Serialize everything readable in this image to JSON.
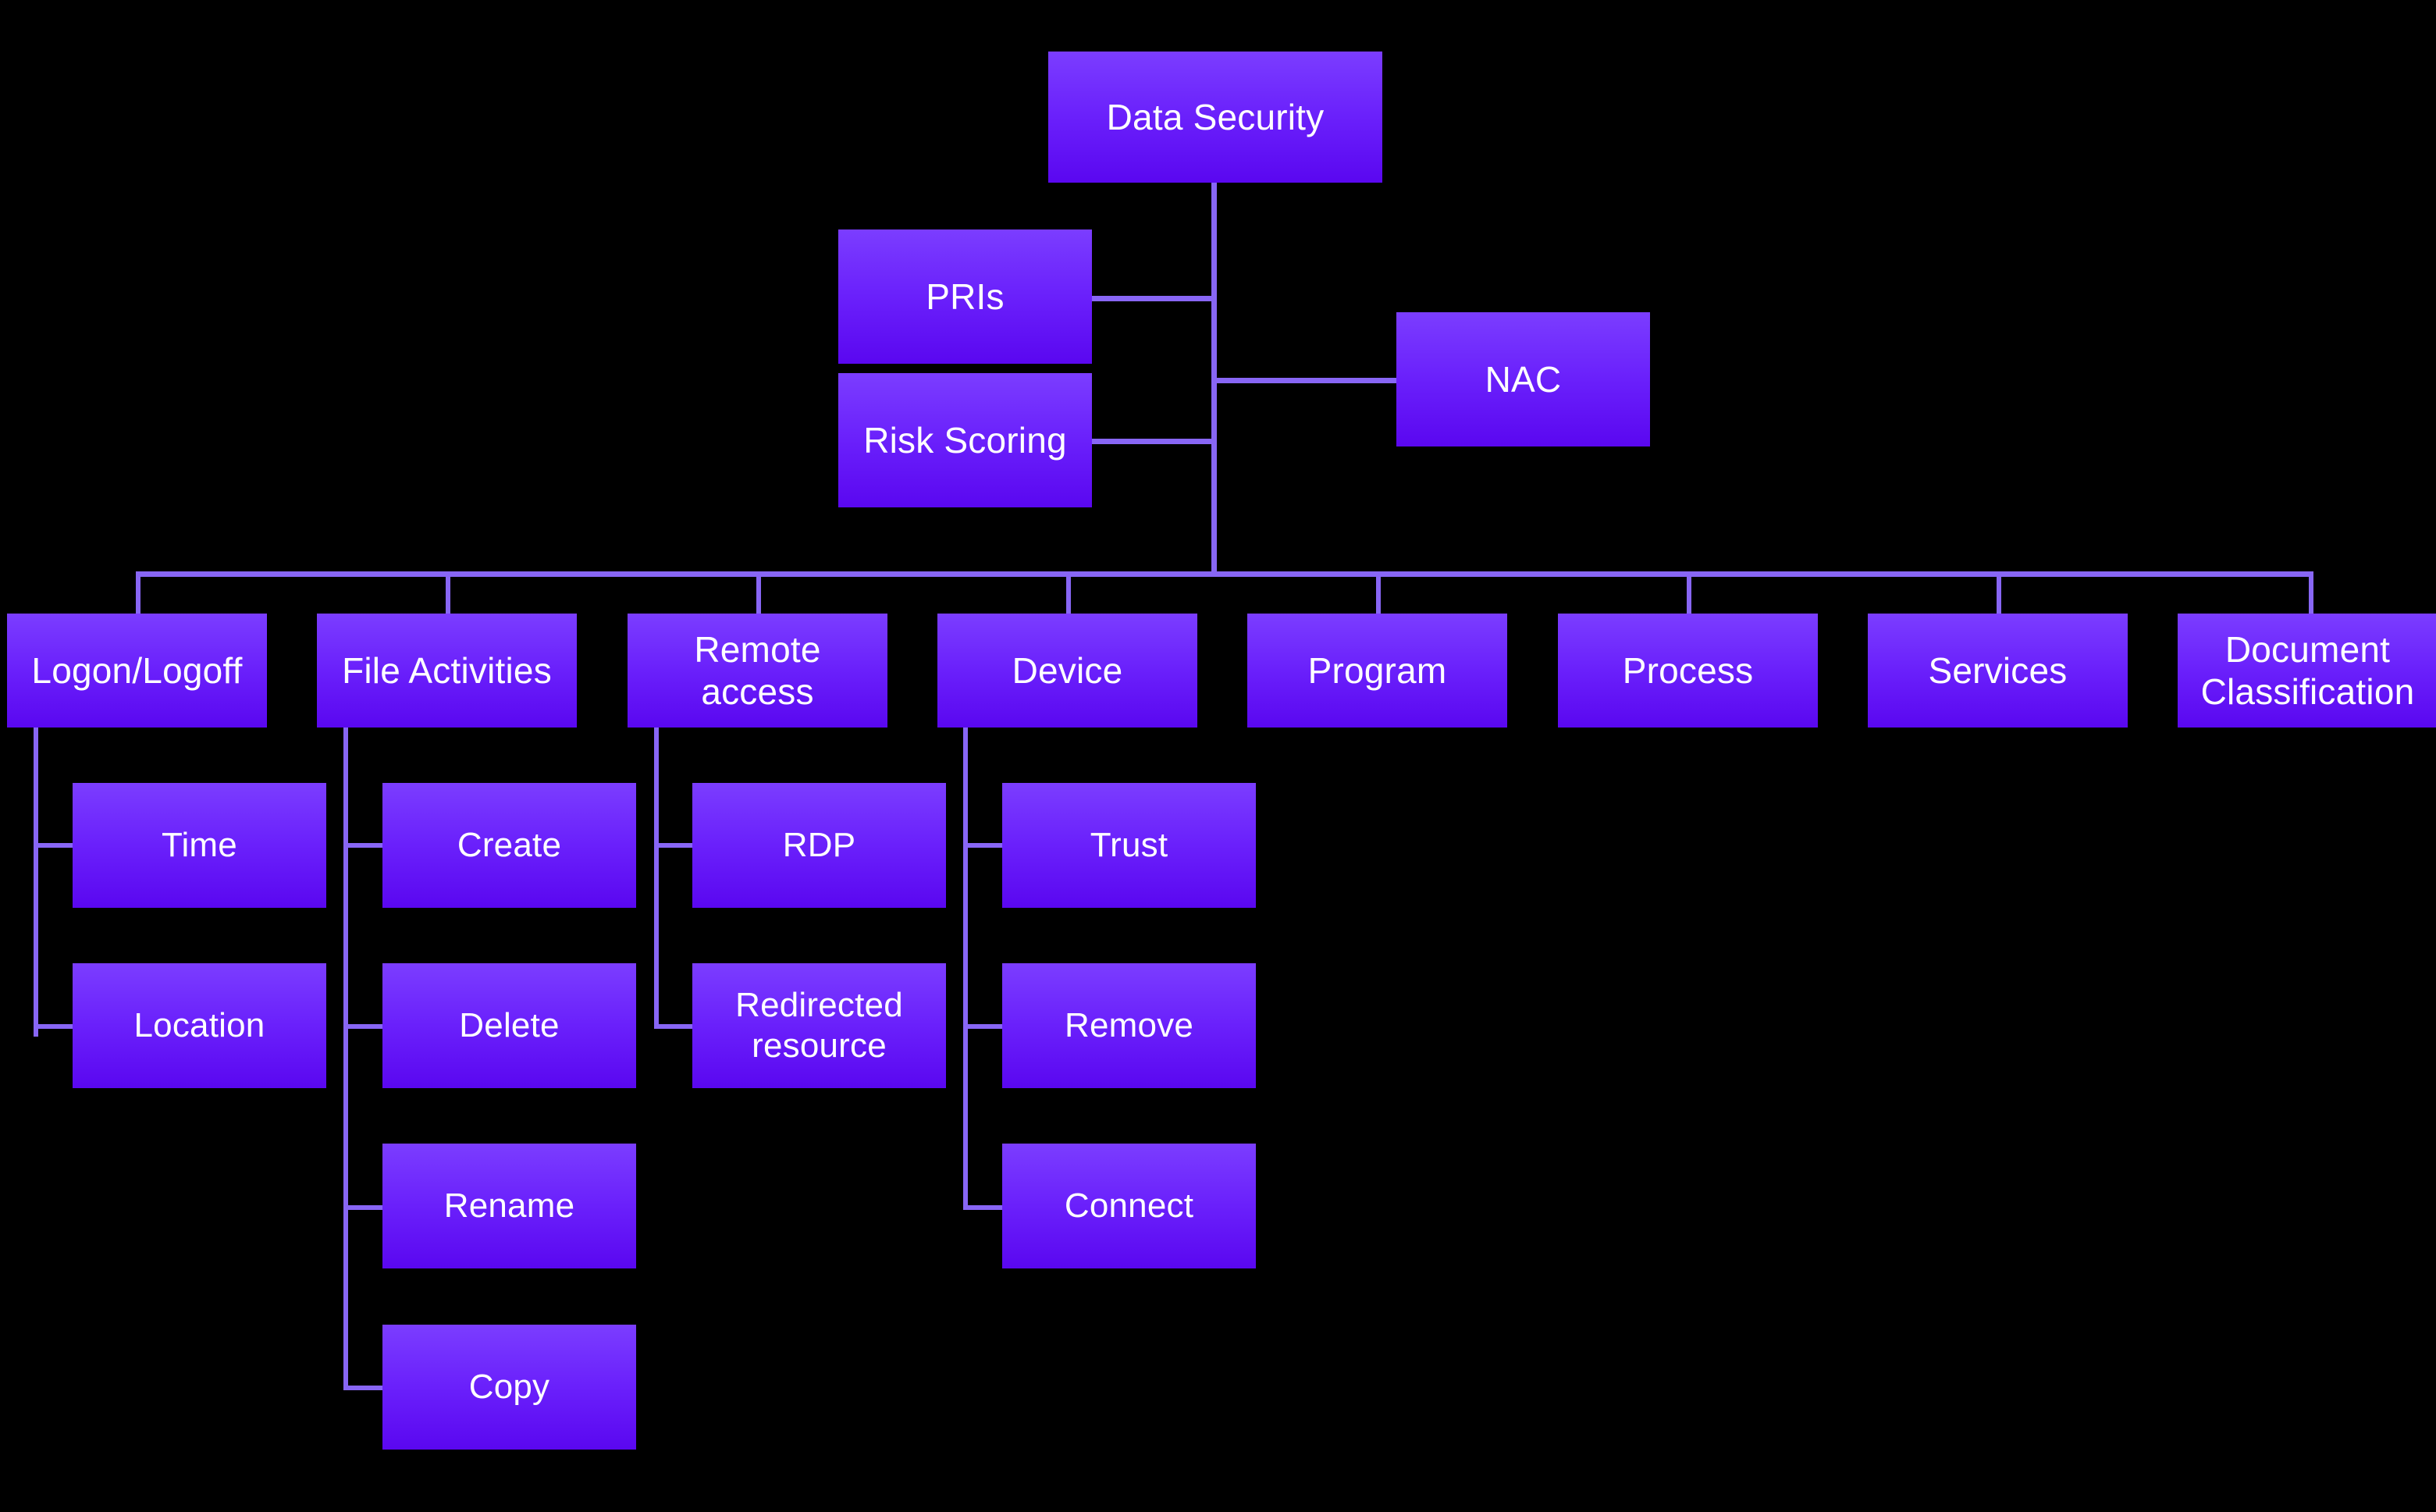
{
  "diagram": {
    "title": "Data Security",
    "root": {
      "label": "Data Security"
    },
    "side_nodes": [
      {
        "label": "PRIs"
      },
      {
        "label": "Risk Scoring"
      },
      {
        "label": "NAC"
      }
    ],
    "branches": [
      {
        "label": "Logon/Logoff",
        "children": [
          {
            "label": "Time"
          },
          {
            "label": "Location"
          }
        ]
      },
      {
        "label": "File Activities",
        "children": [
          {
            "label": "Create"
          },
          {
            "label": "Delete"
          },
          {
            "label": "Rename"
          },
          {
            "label": "Copy"
          }
        ]
      },
      {
        "label": "Remote\naccess",
        "children": [
          {
            "label": "RDP"
          },
          {
            "label": "Redirected\nresource"
          }
        ]
      },
      {
        "label": "Device",
        "children": [
          {
            "label": "Trust"
          },
          {
            "label": "Remove"
          },
          {
            "label": "Connect"
          }
        ]
      },
      {
        "label": "Program",
        "children": []
      },
      {
        "label": "Process",
        "children": []
      },
      {
        "label": "Services",
        "children": []
      },
      {
        "label": "Document\nClassification",
        "children": []
      }
    ],
    "colors": {
      "background": "#000000",
      "node_gradient_top": "#7b3dff",
      "node_gradient_bottom": "#5a07f0",
      "connector": "#8866f5",
      "text": "#ffffff"
    }
  }
}
